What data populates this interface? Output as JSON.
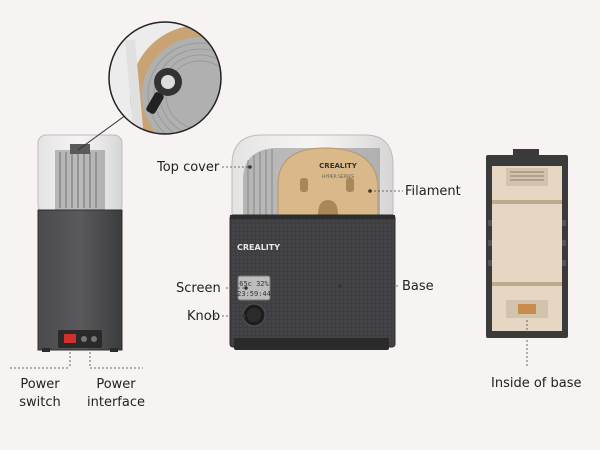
{
  "brand": {
    "name": "CREALITY",
    "spool_label": "CREALITY",
    "spool_series": "HYPER SERIES"
  },
  "screen": {
    "line1": "65c 32%",
    "line2": "23:59:44"
  },
  "callouts": {
    "top_cover": "Top cover",
    "filament": "Filament",
    "screen": "Screen",
    "base": "Base",
    "knob": "Knob",
    "power_switch_line1": "Power",
    "power_switch_line2": "switch",
    "power_interface_line1": "Power",
    "power_interface_line2": "interface",
    "inside_base": "Inside of base"
  },
  "colors": {
    "background": "#f6f3f2",
    "body": "#3a3a3c",
    "spool": "#d9b88a",
    "switch": "#d32f2f"
  }
}
